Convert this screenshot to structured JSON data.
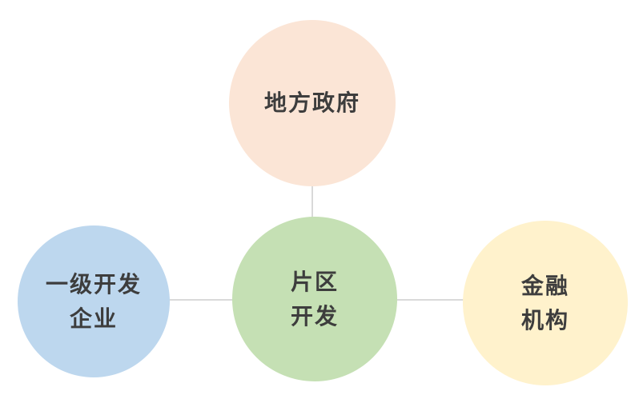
{
  "canvas": {
    "background": "#ffffff"
  },
  "connectors": {
    "color": "#d9d9d9",
    "links": [
      {
        "from": "local-government",
        "to": "district-development"
      },
      {
        "from": "primary-development-enterprise",
        "to": "district-development"
      },
      {
        "from": "financial-institution",
        "to": "district-development"
      }
    ]
  },
  "nodes": {
    "government": {
      "lines": {
        "0": "地方政府"
      },
      "fill": "#fbe5d6",
      "text_color": "#3d3d3d"
    },
    "developer": {
      "lines": {
        "0": "一级开发",
        "1": "企业"
      },
      "fill": "#bdd7ee",
      "text_color": "#3d3d3d"
    },
    "district": {
      "lines": {
        "0": "片区",
        "1": "开发"
      },
      "fill": "#c5e0b4",
      "text_color": "#3d3d3d"
    },
    "finance": {
      "lines": {
        "0": "金融",
        "1": "机构"
      },
      "fill": "#fff2cc",
      "text_color": "#3d3d3d"
    }
  }
}
